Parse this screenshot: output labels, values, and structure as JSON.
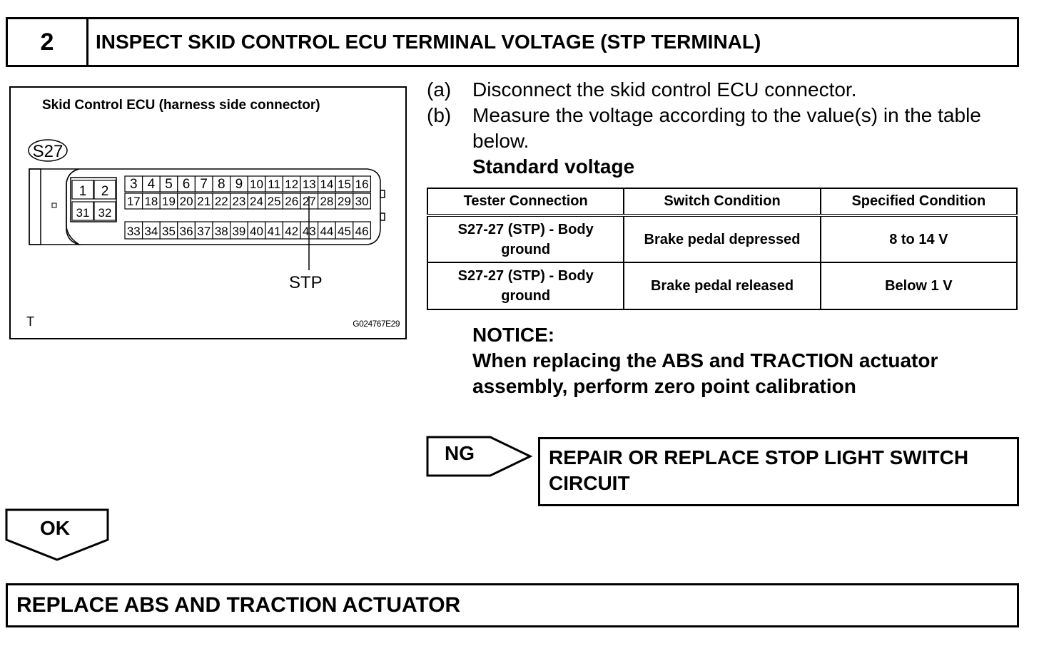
{
  "step": {
    "number": "2",
    "title": "INSPECT SKID CONTROL ECU TERMINAL VOLTAGE (STP TERMINAL)"
  },
  "figure": {
    "title": "Skid Control ECU (harness side connector)",
    "connector_id": "S27",
    "pins_left_top": [
      "1",
      "2"
    ],
    "pins_left_bottom": [
      "31",
      "32"
    ],
    "pins_row1": [
      "3",
      "4",
      "5",
      "6",
      "7",
      "8",
      "9",
      "10",
      "11",
      "12",
      "13",
      "14",
      "15",
      "16"
    ],
    "pins_row2": [
      "17",
      "18",
      "19",
      "20",
      "21",
      "22",
      "23",
      "24",
      "25",
      "26",
      "27",
      "28",
      "29",
      "30"
    ],
    "pins_row3": [
      "33",
      "34",
      "35",
      "36",
      "37",
      "38",
      "39",
      "40",
      "41",
      "42",
      "43",
      "44",
      "45",
      "46"
    ],
    "callout": "STP",
    "corner_label": "T",
    "code": "G024767E29"
  },
  "instructions": [
    {
      "letter": "(a)",
      "text": "Disconnect the skid control ECU connector."
    },
    {
      "letter": "(b)",
      "text": "Measure the voltage according to the value(s) in the table below."
    }
  ],
  "standard_label": "Standard voltage",
  "table": {
    "headers": [
      "Tester Connection",
      "Switch Condition",
      "Specified Condition"
    ],
    "rows": [
      [
        "S27-27 (STP) - Body ground",
        "Brake pedal depressed",
        "8 to 14 V"
      ],
      [
        "S27-27 (STP) - Body ground",
        "Brake pedal released",
        "Below 1 V"
      ]
    ]
  },
  "notice": {
    "heading": "NOTICE:",
    "text": "When replacing the ABS and TRACTION actuator assembly, perform zero point calibration"
  },
  "ng": {
    "label": "NG",
    "action": "REPAIR OR REPLACE STOP LIGHT SWITCH CIRCUIT"
  },
  "ok": {
    "label": "OK",
    "action": "REPLACE ABS AND TRACTION ACTUATOR"
  }
}
